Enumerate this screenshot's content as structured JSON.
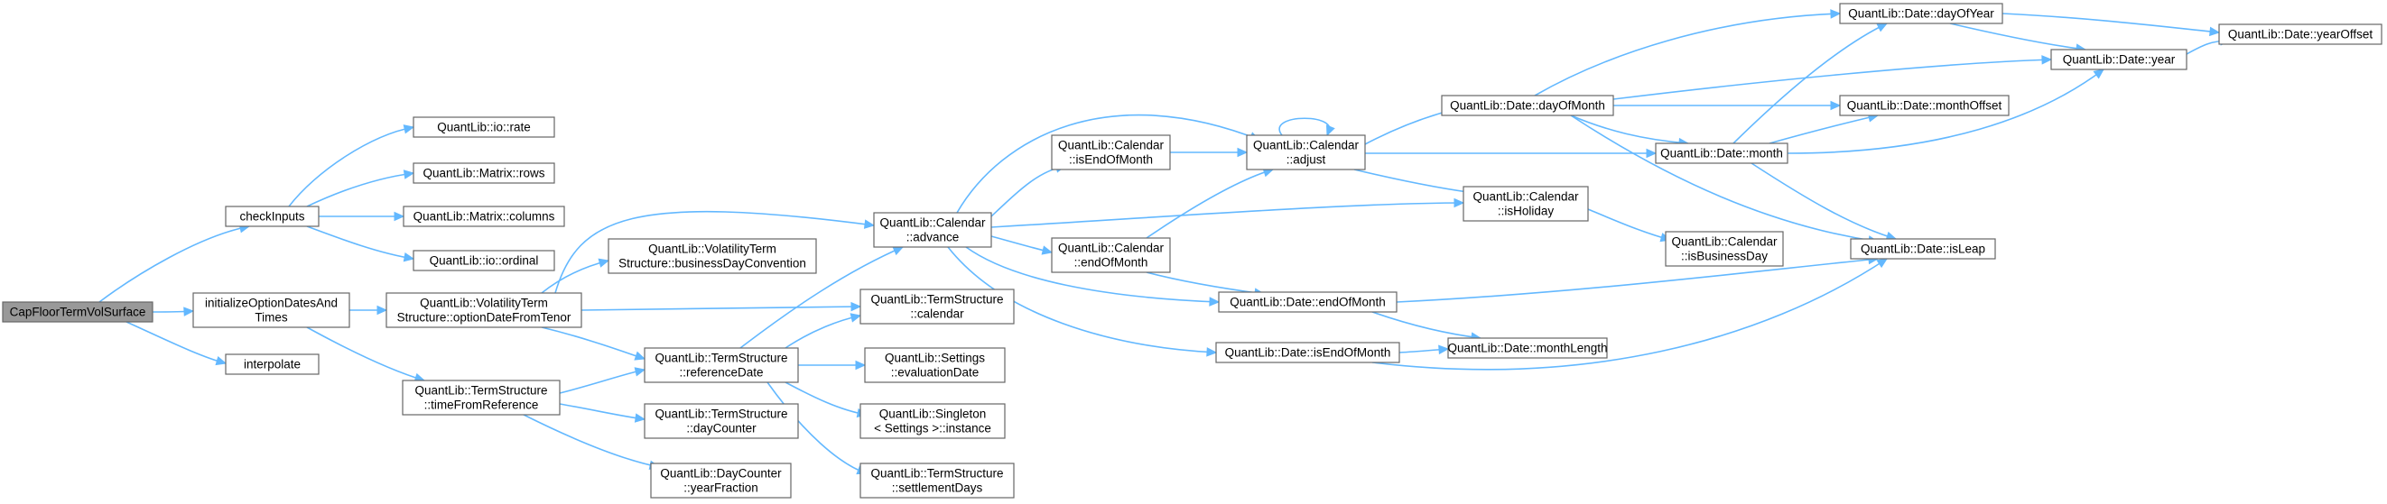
{
  "colors": {
    "edge": "#63b8ff",
    "node_border": "#666666",
    "node_fill": "#ffffff",
    "root_fill": "#999999",
    "background": "#ffffff"
  },
  "nodes": [
    {
      "id": "root",
      "lines": [
        "CapFloorTermVolSurface"
      ],
      "root": true
    },
    {
      "id": "checkInputs",
      "lines": [
        "checkInputs"
      ]
    },
    {
      "id": "initDates",
      "lines": [
        "initializeOptionDatesAnd",
        "Times"
      ]
    },
    {
      "id": "interpolate",
      "lines": [
        "interpolate"
      ]
    },
    {
      "id": "ioRate",
      "lines": [
        "QuantLib::io::rate"
      ]
    },
    {
      "id": "matrixRows",
      "lines": [
        "QuantLib::Matrix::rows"
      ]
    },
    {
      "id": "matrixColumns",
      "lines": [
        "QuantLib::Matrix::columns"
      ]
    },
    {
      "id": "ioOrdinal",
      "lines": [
        "QuantLib::io::ordinal"
      ]
    },
    {
      "id": "optionDateFromTenor",
      "lines": [
        "QuantLib::VolatilityTerm",
        "Structure::optionDateFromTenor"
      ]
    },
    {
      "id": "timeFromReference",
      "lines": [
        "QuantLib::TermStructure",
        "::timeFromReference"
      ]
    },
    {
      "id": "businessDayConvention",
      "lines": [
        "QuantLib::VolatilityTerm",
        "Structure::businessDayConvention"
      ]
    },
    {
      "id": "referenceDate",
      "lines": [
        "QuantLib::TermStructure",
        "::referenceDate"
      ]
    },
    {
      "id": "dayCounter",
      "lines": [
        "QuantLib::TermStructure",
        "::dayCounter"
      ]
    },
    {
      "id": "yearFraction",
      "lines": [
        "QuantLib::DayCounter",
        "::yearFraction"
      ]
    },
    {
      "id": "calAdvance",
      "lines": [
        "QuantLib::Calendar",
        "::advance"
      ]
    },
    {
      "id": "tsCalendar",
      "lines": [
        "QuantLib::TermStructure",
        "::calendar"
      ]
    },
    {
      "id": "evaluationDate",
      "lines": [
        "QuantLib::Settings",
        "::evaluationDate"
      ]
    },
    {
      "id": "singletonInstance",
      "lines": [
        "QuantLib::Singleton",
        "< Settings >::instance"
      ]
    },
    {
      "id": "settlementDays",
      "lines": [
        "QuantLib::TermStructure",
        "::settlementDays"
      ]
    },
    {
      "id": "calIsEndOfMonth",
      "lines": [
        "QuantLib::Calendar",
        "::isEndOfMonth"
      ]
    },
    {
      "id": "calEndOfMonth",
      "lines": [
        "QuantLib::Calendar",
        "::endOfMonth"
      ]
    },
    {
      "id": "calAdjust",
      "lines": [
        "QuantLib::Calendar",
        "::adjust"
      ]
    },
    {
      "id": "dateEndOfMonth",
      "lines": [
        "QuantLib::Date::endOfMonth"
      ]
    },
    {
      "id": "dateIsEndOfMonth",
      "lines": [
        "QuantLib::Date::isEndOfMonth"
      ]
    },
    {
      "id": "dateDayOfMonth",
      "lines": [
        "QuantLib::Date::dayOfMonth"
      ]
    },
    {
      "id": "calIsHoliday",
      "lines": [
        "QuantLib::Calendar",
        "::isHoliday"
      ]
    },
    {
      "id": "dateMonthLength",
      "lines": [
        "QuantLib::Date::monthLength"
      ]
    },
    {
      "id": "dateDayOfYear",
      "lines": [
        "QuantLib::Date::dayOfYear"
      ]
    },
    {
      "id": "dateYear",
      "lines": [
        "QuantLib::Date::year"
      ]
    },
    {
      "id": "dateMonthOffset",
      "lines": [
        "QuantLib::Date::monthOffset"
      ]
    },
    {
      "id": "dateMonth",
      "lines": [
        "QuantLib::Date::month"
      ]
    },
    {
      "id": "calIsBusinessDay",
      "lines": [
        "QuantLib::Calendar",
        "::isBusinessDay"
      ]
    },
    {
      "id": "dateIsLeap",
      "lines": [
        "QuantLib::Date::isLeap"
      ]
    },
    {
      "id": "dateYearOffset",
      "lines": [
        "QuantLib::Date::yearOffset"
      ]
    }
  ]
}
